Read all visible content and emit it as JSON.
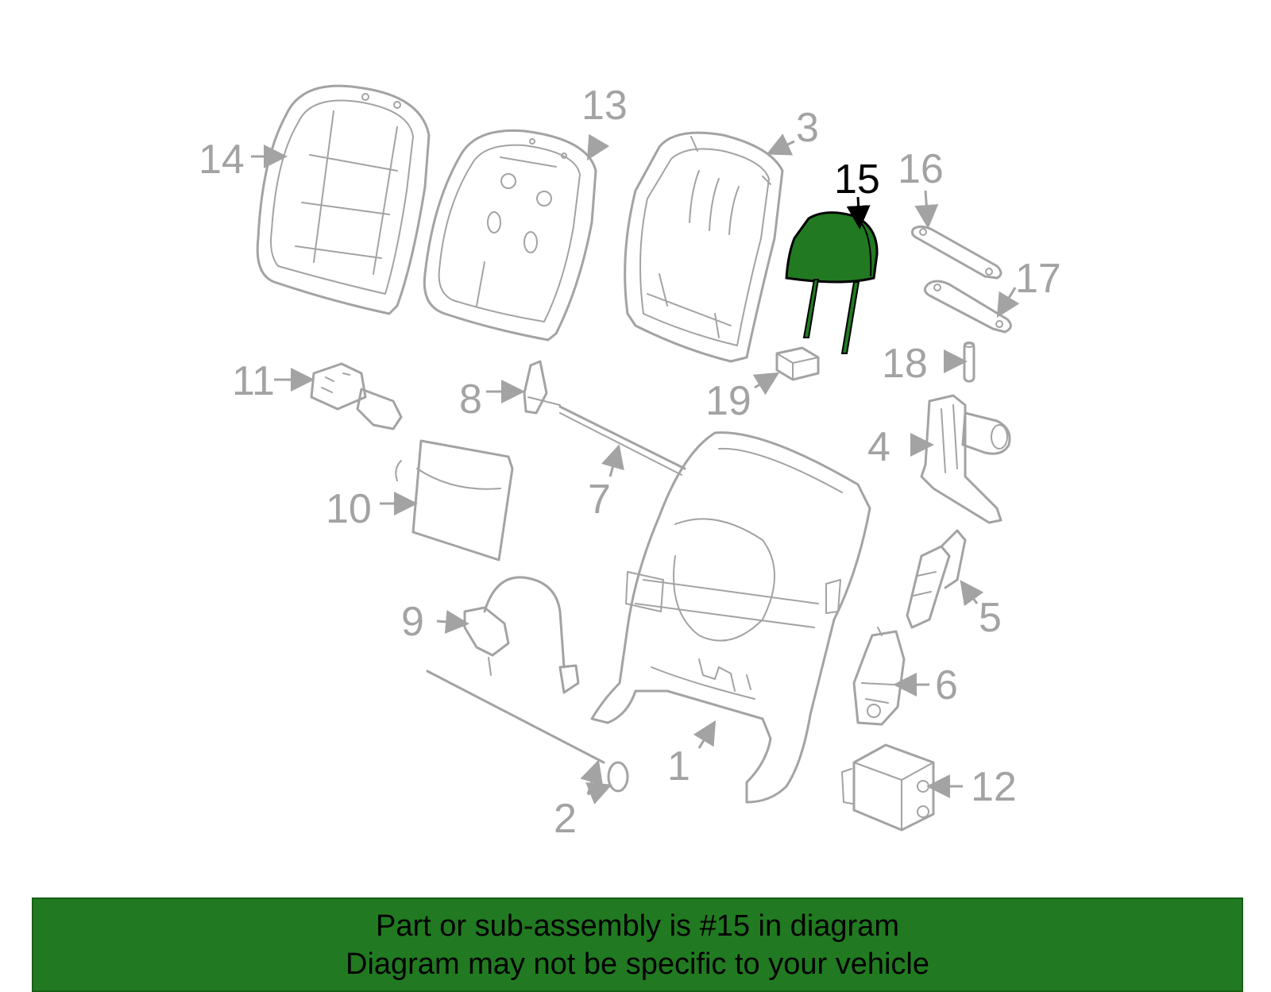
{
  "diagram": {
    "highlight_color": "#217a21",
    "outline_color": "#a3a3a3",
    "highlighted_part": "15",
    "callouts": [
      "1",
      "2",
      "3",
      "4",
      "5",
      "6",
      "7",
      "8",
      "9",
      "10",
      "11",
      "12",
      "13",
      "14",
      "15",
      "16",
      "17",
      "18",
      "19"
    ]
  },
  "footer": {
    "background": "#217a21",
    "line1": "Part or sub-assembly is #15 in diagram",
    "line2": "Diagram may not be specific to your vehicle"
  }
}
